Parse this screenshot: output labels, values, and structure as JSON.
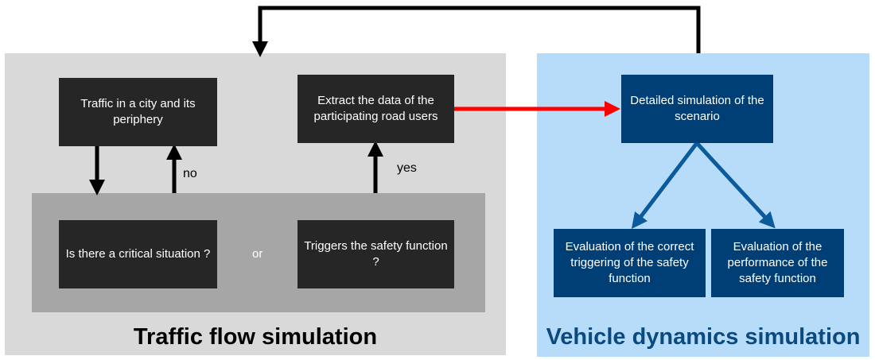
{
  "diagram": {
    "panels": {
      "traffic": {
        "title": "Traffic flow simulation",
        "color": "#d9d9d9"
      },
      "vehicle": {
        "title": "Vehicle dynamics simulation",
        "color": "#b7dcf9",
        "title_color": "#0b4a80"
      }
    },
    "boxes": {
      "traffic_city": "Traffic in a city and its periphery",
      "extract_data": "Extract the data of the participating road users",
      "critical_situation": "Is there a critical situation ?",
      "triggers_safety": "Triggers the safety function ?",
      "detailed_simulation": "Detailed simulation of the scenario",
      "eval_triggering": "Evaluation of the correct triggering of the safety function",
      "eval_performance": "Evaluation of the performance of the safety function"
    },
    "labels": {
      "no": "no",
      "yes": "yes",
      "or": "or"
    },
    "edges": [
      {
        "from": "traffic_city",
        "to": "decision",
        "color": "#000000"
      },
      {
        "from": "decision",
        "to": "traffic_city",
        "label": "no",
        "color": "#000000"
      },
      {
        "from": "decision",
        "to": "extract_data",
        "label": "yes",
        "color": "#000000"
      },
      {
        "from": "extract_data",
        "to": "detailed_simulation",
        "color": "#ff0000"
      },
      {
        "from": "detailed_simulation",
        "to": "eval_triggering",
        "color": "#0b5a9c"
      },
      {
        "from": "detailed_simulation",
        "to": "eval_performance",
        "color": "#0b5a9c"
      },
      {
        "from": "vehicle_panel",
        "to": "traffic_panel",
        "color": "#000000"
      }
    ]
  }
}
